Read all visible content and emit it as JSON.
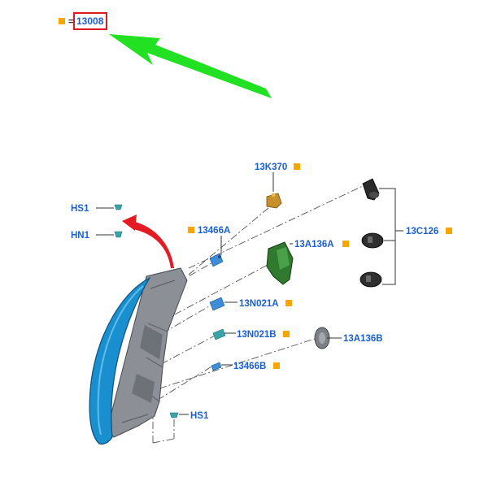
{
  "header": {
    "part_number": "13008",
    "equals_sign": "="
  },
  "colors": {
    "label": "#1a5fd0",
    "marker": "#f7a600",
    "highlight_box": "#e0191e",
    "arrow_green": "#22e022",
    "arrow_red": "#e31b23",
    "housing_blue": "#1a8fd0",
    "bracket_green": "#2f7a2f"
  },
  "labels": {
    "hs1_top": "HS1",
    "hn1": "HN1",
    "p13K370": "13K370",
    "p13466A": "13466A",
    "p13A136A": "13A136A",
    "p13C126": "13C126",
    "p13N021A": "13N021A",
    "p13N021B": "13N021B",
    "p13A136B": "13A136B",
    "p13466B": "13466B",
    "hs1_bottom": "HS1"
  }
}
